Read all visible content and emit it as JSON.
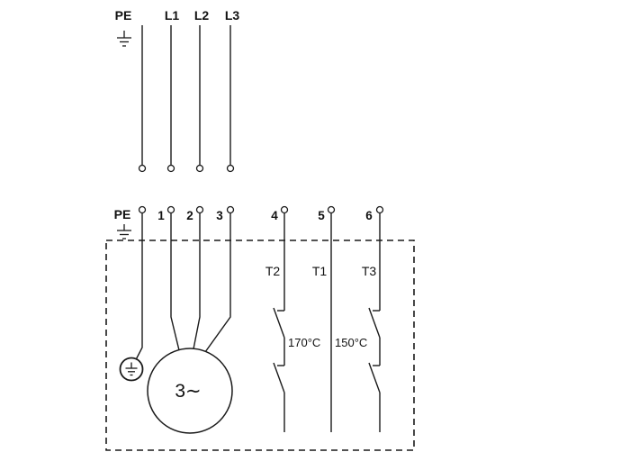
{
  "diagram": {
    "title": "three-phase-pump-wiring-diagram",
    "supply": {
      "pe_label": "PE",
      "phases": [
        "L1",
        "L2",
        "L3"
      ]
    },
    "terminals": {
      "pe_label": "PE",
      "numbers": [
        "1",
        "2",
        "3",
        "4",
        "5",
        "6"
      ]
    },
    "thermal": {
      "t2": "T2",
      "t1": "T1",
      "t3": "T3",
      "temp_high": "170°C",
      "temp_low": "150°C"
    },
    "motor": {
      "label": "3∼"
    },
    "colors": {
      "line": "#1a1a1a",
      "background": "#ffffff"
    }
  }
}
